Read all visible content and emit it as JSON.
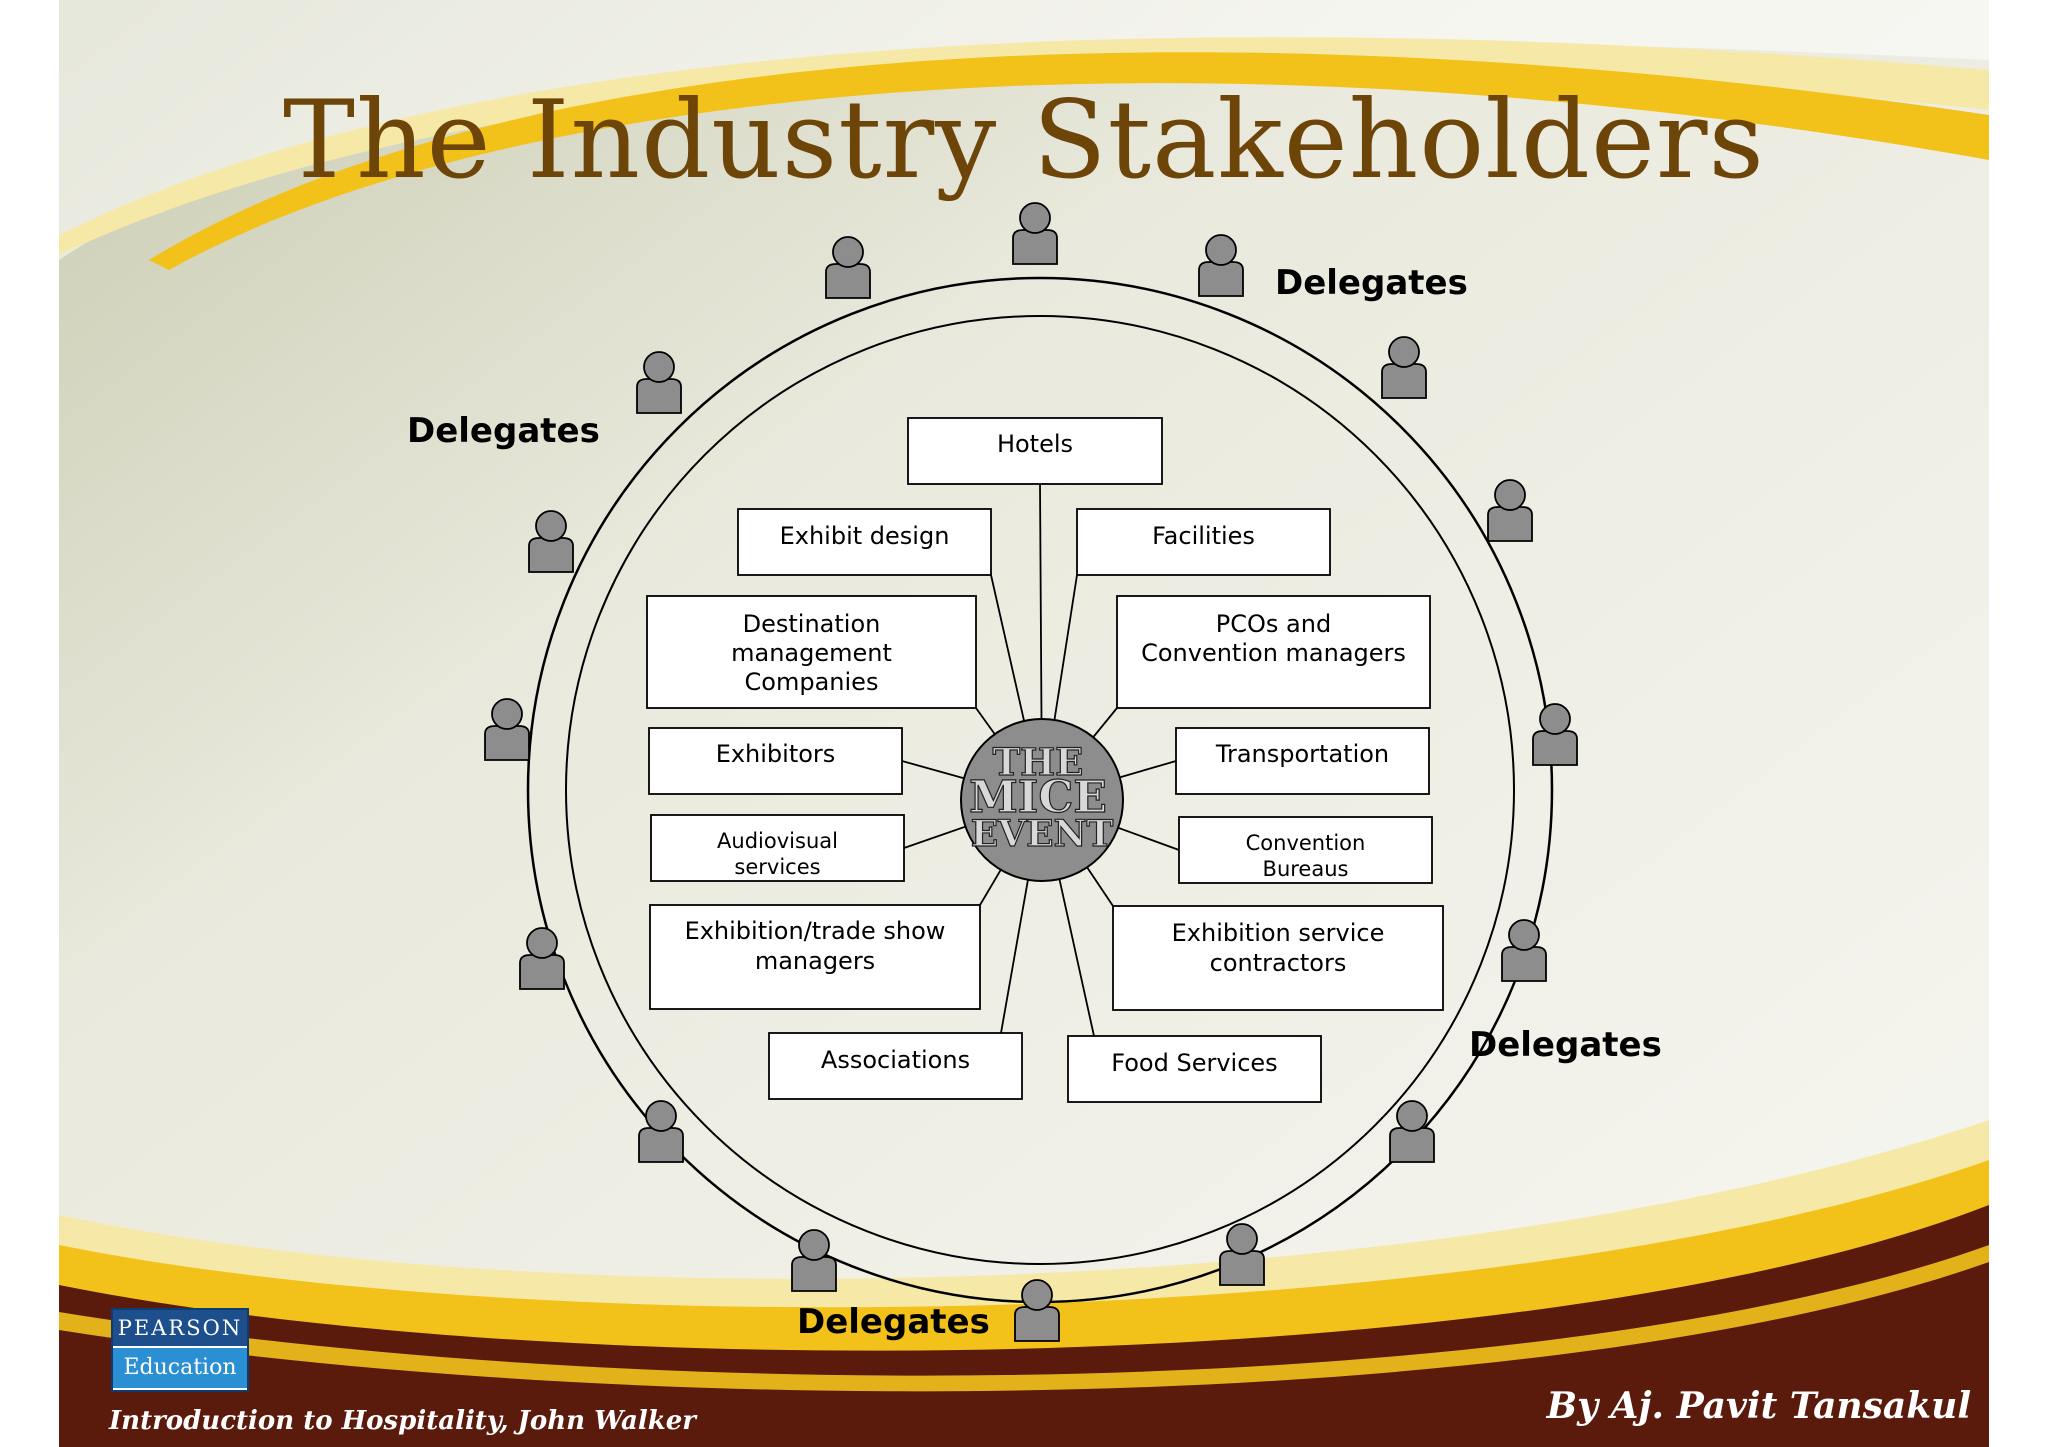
{
  "slide": {
    "title": "The Industry Stakeholders",
    "footer_left": "Introduction to Hospitality, John Walker",
    "footer_right": "By Aj. Pavit Tansakul",
    "logo": {
      "top": "PEARSON",
      "bottom": "Education"
    },
    "colors": {
      "title": "#6e4509",
      "ribbon_gold": "#f2c21b",
      "footer_maroon": "#5a1a0c",
      "node_gray": "#8d8d8d"
    }
  },
  "diagram": {
    "center": [
      "THE",
      "MICE",
      "EVENT"
    ],
    "delegates_labels": [
      "Delegates",
      "Delegates",
      "Delegates",
      "Delegates"
    ],
    "person_icon": "person-icon",
    "stakeholders": [
      {
        "lines": [
          "Hotels"
        ]
      },
      {
        "lines": [
          "Exhibit design"
        ]
      },
      {
        "lines": [
          "Facilities"
        ]
      },
      {
        "lines": [
          "Destination",
          "management",
          "Companies"
        ]
      },
      {
        "lines": [
          "PCOs and",
          "Convention managers"
        ]
      },
      {
        "lines": [
          "Exhibitors"
        ]
      },
      {
        "lines": [
          "Transportation"
        ]
      },
      {
        "lines": [
          "Audiovisual",
          "services"
        ]
      },
      {
        "lines": [
          "Convention",
          "Bureaus"
        ]
      },
      {
        "lines": [
          "Exhibition/trade show",
          "managers"
        ]
      },
      {
        "lines": [
          "Exhibition service",
          "contractors"
        ]
      },
      {
        "lines": [
          "Associations"
        ]
      },
      {
        "lines": [
          "Food Services"
        ]
      }
    ]
  }
}
